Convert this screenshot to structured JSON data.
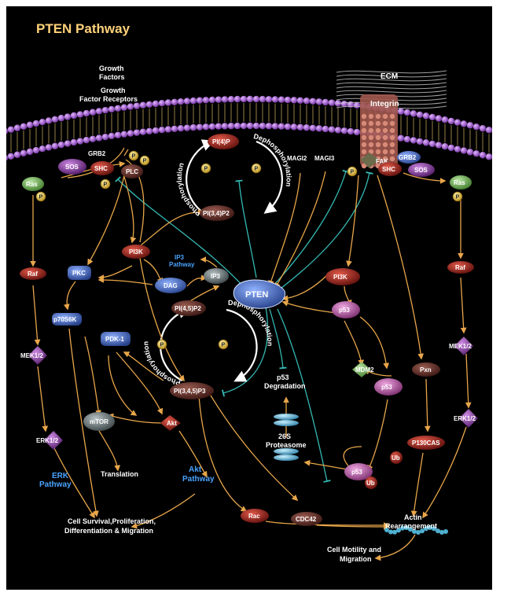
{
  "title": "PTEN Pathway",
  "labels": {
    "growth_factors": [
      "Growth",
      "Factors"
    ],
    "growth_factor_receptors": [
      "Growth",
      "Factor Receptors"
    ],
    "ecm": "ECM",
    "integrin": "Integrin",
    "translation": "Translation",
    "erk_pathway": [
      "ERK",
      "Pathway"
    ],
    "akt_pathway": [
      "Akt",
      "Pathway"
    ],
    "ip3_pathway": [
      "IP3",
      "Pathway"
    ],
    "p53_degradation": [
      "p53",
      "Degradation"
    ],
    "proteasome": [
      "26S",
      "Proteasome"
    ],
    "cell_survival": [
      "Cell Survival,Proliferation,",
      "Differentiation & Migration"
    ],
    "cell_motility": [
      "Cell Motility and",
      "Migration"
    ],
    "actin": [
      "Actin",
      "Rearrangement"
    ],
    "phosphorylation": "Phosphorylation",
    "dephosphorylation": "Dephosphorylation",
    "p": "P"
  },
  "nodes": {
    "ras_left": "Ras",
    "sos_left": "SOS",
    "grb2_left": "GRB2",
    "shc_left": "SHC",
    "plc": "PLC",
    "pi4p": "PI(4)P",
    "pi34p2": "PI(3,4)P2",
    "magi2": "MAGI2",
    "magi3": "MAGI3",
    "fak": "FAK",
    "shc_right": "SHC",
    "grb2_right": "GRB2",
    "sos_right": "SOS",
    "ras_right": "Ras",
    "raf_left": "Raf",
    "pkc": "PKC",
    "pi3k_left": "PI3K",
    "dag": "DAG",
    "ip3": "IP3",
    "pten": "PTEN",
    "pi3k_right": "PI3K",
    "raf_right": "Raf",
    "p70s6k": "p70S6K",
    "pi45p2": "PI(4,5)P2",
    "p53_a": "p53",
    "pdk1": "PDK-1",
    "mek_left": "MEK1/2",
    "mek_right": "MEK1/2",
    "mdm2": "MDM2",
    "p53_b": "p53",
    "pxn": "Pxn",
    "pip3": "PI(3,4,5)P3",
    "erk_left": "ERK1/2",
    "erk_right": "ERK1/2",
    "mtor": "mTOR",
    "akt": "Akt",
    "p130cas": "P130CAS",
    "ub_a": "Ub",
    "p53_c": "p53",
    "ub_b": "Ub",
    "rac": "Rac",
    "cdc42": "CDC42"
  }
}
